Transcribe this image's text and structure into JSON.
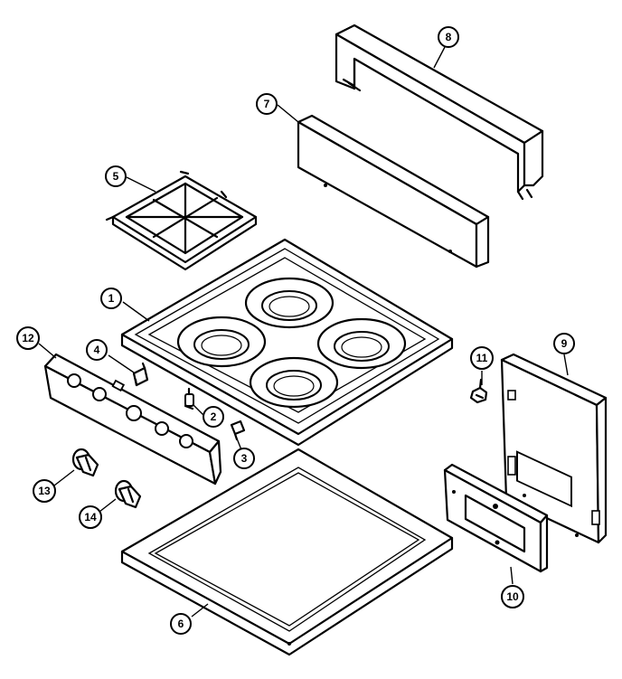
{
  "diagram": {
    "callouts": [
      {
        "id": "1",
        "label": "1",
        "part": "cooktop"
      },
      {
        "id": "2",
        "label": "2",
        "part": "spark-electrode"
      },
      {
        "id": "3",
        "label": "3",
        "part": "clip"
      },
      {
        "id": "4",
        "label": "4",
        "part": "switch-bracket"
      },
      {
        "id": "5",
        "label": "5",
        "part": "grate"
      },
      {
        "id": "6",
        "label": "6",
        "part": "bottom-panel"
      },
      {
        "id": "7",
        "label": "7",
        "part": "backguard-trim"
      },
      {
        "id": "8",
        "label": "8",
        "part": "backguard"
      },
      {
        "id": "9",
        "label": "9",
        "part": "side-panel"
      },
      {
        "id": "10",
        "label": "10",
        "part": "mounting-plate"
      },
      {
        "id": "11",
        "label": "11",
        "part": "screw"
      },
      {
        "id": "12",
        "label": "12",
        "part": "control-panel"
      },
      {
        "id": "13",
        "label": "13",
        "part": "knob"
      },
      {
        "id": "14",
        "label": "14",
        "part": "knob"
      }
    ]
  }
}
